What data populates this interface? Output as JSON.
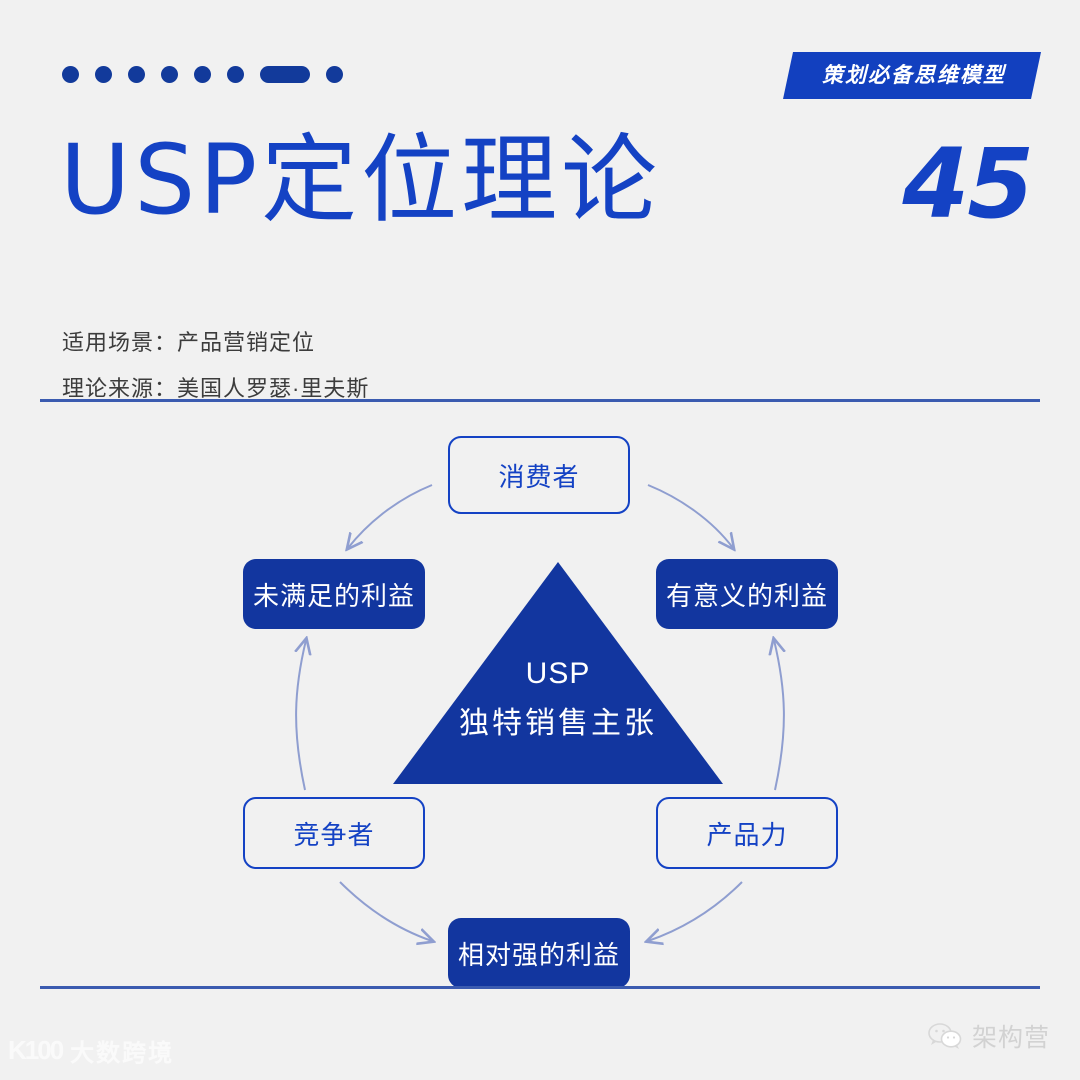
{
  "header": {
    "badge_label": "策划必备思维模型",
    "title": "USP定位理论",
    "number": "45",
    "dots_count": 6,
    "dots_after_pill": 1
  },
  "meta": {
    "scene_label": "适用场景：",
    "scene_value": "产品营销定位",
    "source_label": "理论来源：",
    "source_value": "美国人罗瑟·里夫斯"
  },
  "diagram": {
    "center": {
      "line1": "USP",
      "line2": "独特销售主张"
    },
    "nodes": {
      "consumer": "消费者",
      "unmet_benefit": "未满足的利益",
      "meaningful_benefit": "有意义的利益",
      "competitor": "竞争者",
      "product_power": "产品力",
      "relative_benefit": "相对强的利益"
    }
  },
  "watermarks": {
    "left": "大数跨境",
    "left_mark": "K100",
    "right": "架构营"
  },
  "colors": {
    "background": "#f1f1f1",
    "primary_blue": "#1442c4",
    "deep_blue": "#12369f",
    "badge_blue": "#1240bf",
    "arrow_blue": "#8f9ed0",
    "divider_blue": "#3b5bb0",
    "text_gray": "#3c3c3c"
  }
}
